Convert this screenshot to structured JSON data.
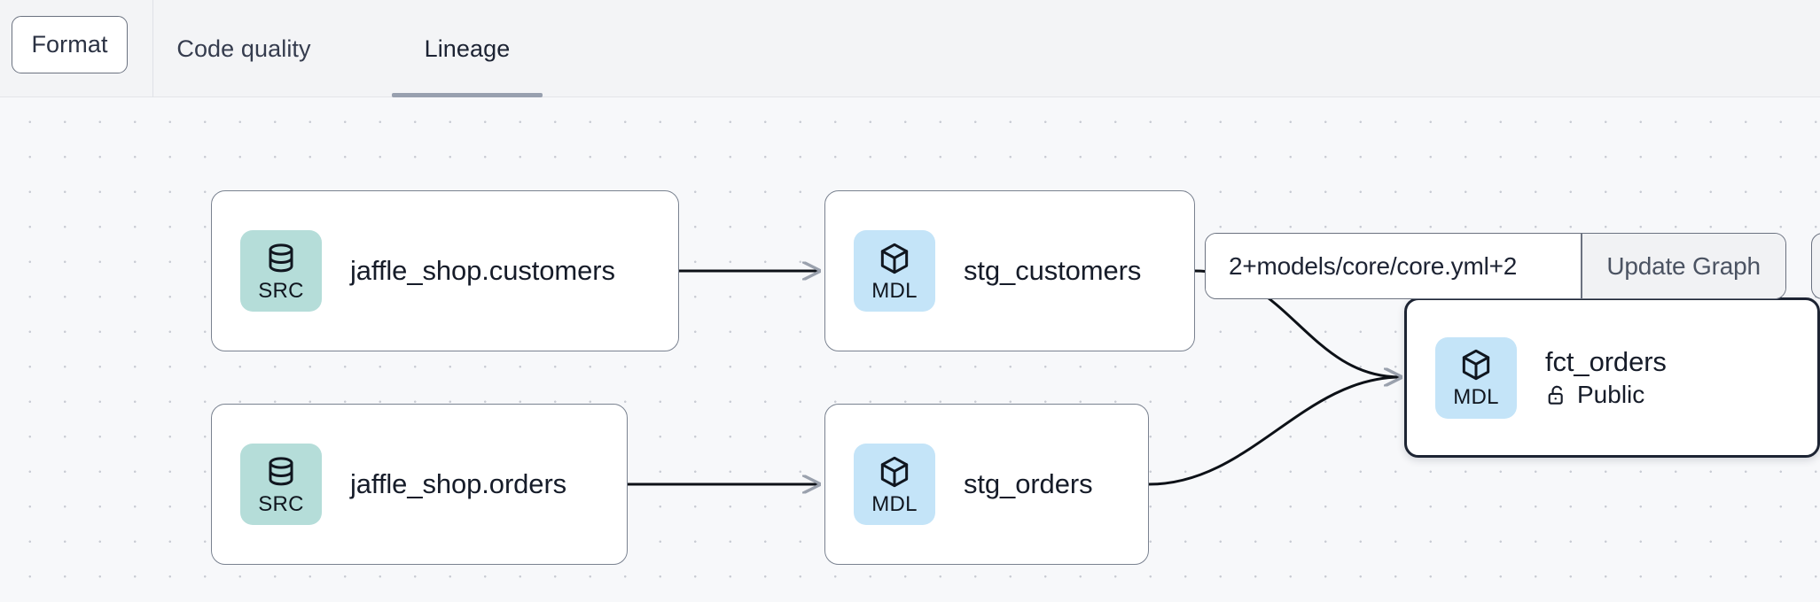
{
  "toolbar": {
    "format_label": "Format",
    "tabs": [
      {
        "label": "Code quality",
        "active": false
      },
      {
        "label": "Lineage",
        "active": true
      }
    ]
  },
  "graph_controls": {
    "selector_value": "2+models/core/core.yml+2",
    "selector_placeholder": "Enter a dbt selector",
    "update_label": "Update Graph"
  },
  "lineage": {
    "nodes": [
      {
        "id": "jaffle_shop_customers",
        "type": "SRC",
        "icon": "database-icon",
        "title": "jaffle_shop.customers",
        "subtitle": null,
        "selected": false
      },
      {
        "id": "jaffle_shop_orders",
        "type": "SRC",
        "icon": "database-icon",
        "title": "jaffle_shop.orders",
        "subtitle": null,
        "selected": false
      },
      {
        "id": "stg_customers",
        "type": "MDL",
        "icon": "cube-icon",
        "title": "stg_customers",
        "subtitle": null,
        "selected": false
      },
      {
        "id": "stg_orders",
        "type": "MDL",
        "icon": "cube-icon",
        "title": "stg_orders",
        "subtitle": null,
        "selected": false
      },
      {
        "id": "fct_orders",
        "type": "MDL",
        "icon": "cube-icon",
        "title": "fct_orders",
        "subtitle": "Public",
        "subtitle_icon": "unlock-icon",
        "selected": true
      }
    ],
    "edges": [
      {
        "from": "jaffle_shop_customers",
        "to": "stg_customers"
      },
      {
        "from": "jaffle_shop_orders",
        "to": "stg_orders"
      },
      {
        "from": "stg_customers",
        "to": "fct_orders"
      },
      {
        "from": "stg_orders",
        "to": "fct_orders"
      }
    ]
  },
  "colors": {
    "source_badge": "#b5ddd9",
    "model_badge": "#c4e4f8",
    "canvas_bg": "#f7f8fa",
    "toolbar_bg": "#f3f4f6",
    "node_border": "#7a8290",
    "selected_border": "#1d2433",
    "tab_underline": "#98a0af",
    "edge_stroke": "#0d1117"
  }
}
